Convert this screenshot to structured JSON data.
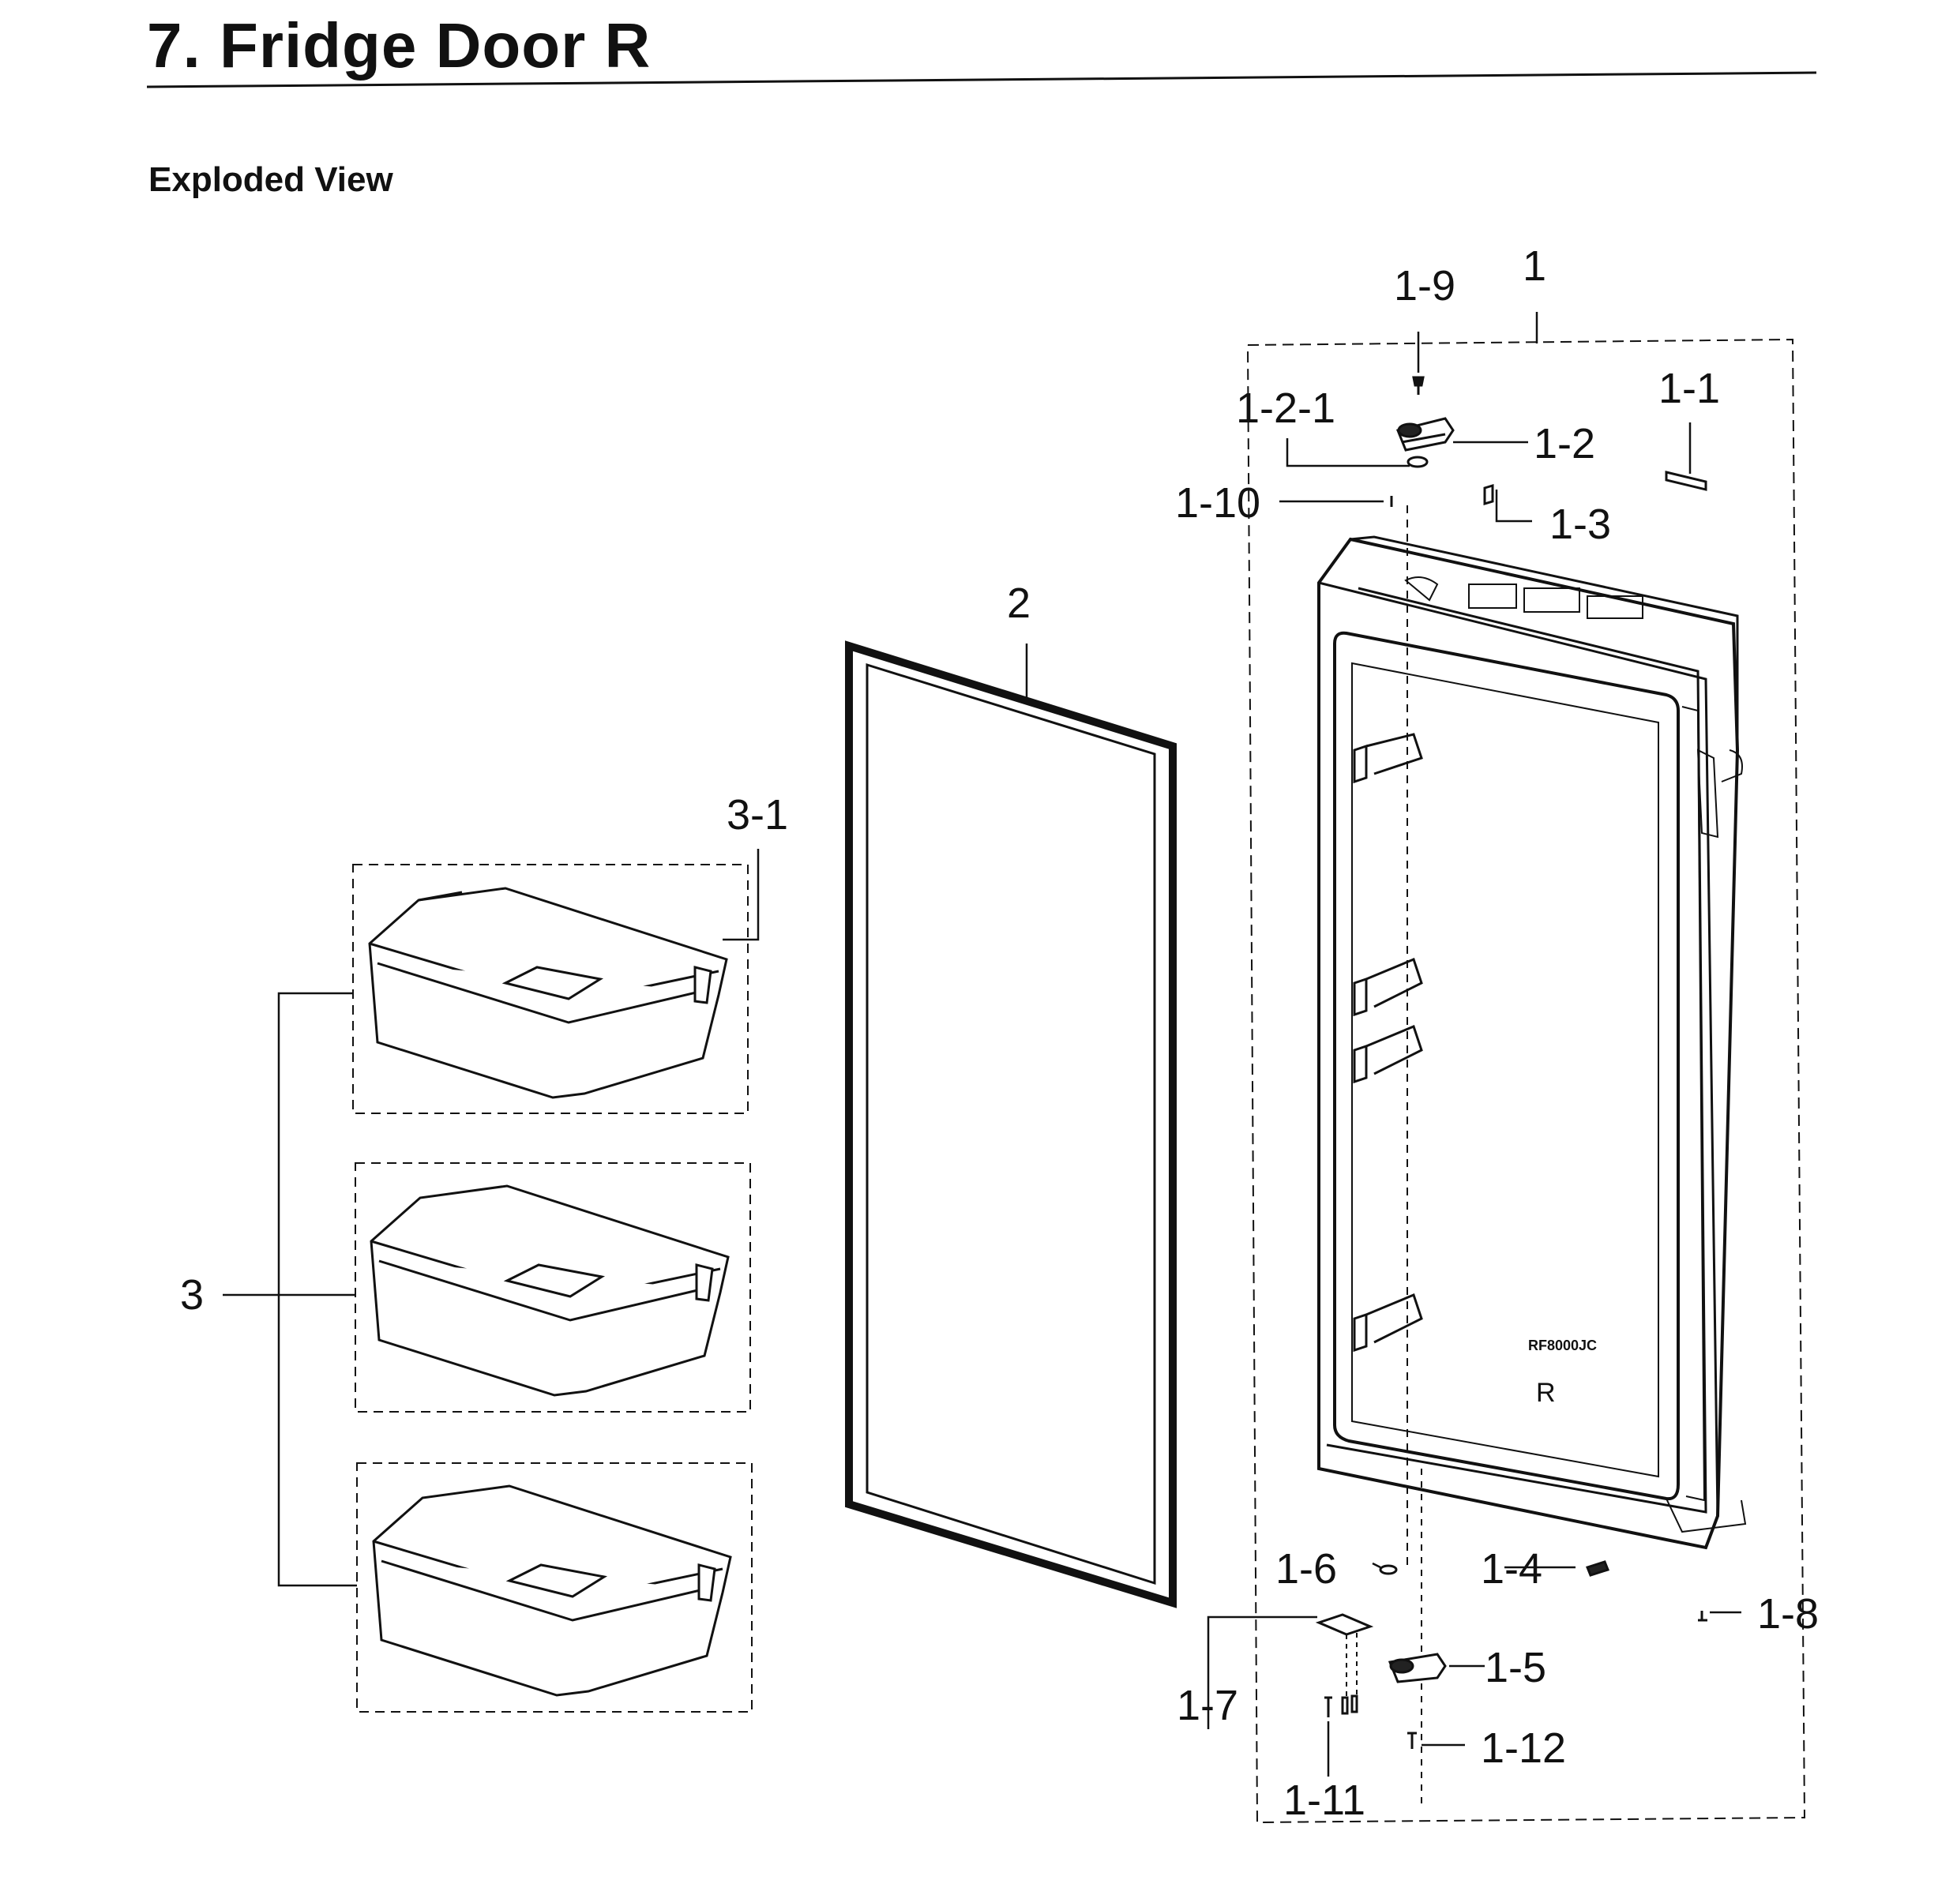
{
  "page": {
    "title": "7.  Fridge Door R",
    "subtitle": "Exploded View"
  },
  "callouts": {
    "c1": "1",
    "c1_1": "1-1",
    "c1_2": "1-2",
    "c1_2_1": "1-2-1",
    "c1_3": "1-3",
    "c1_4": "1-4",
    "c1_5": "1-5",
    "c1_6": "1-6",
    "c1_7": "1-7",
    "c1_8": "1-8",
    "c1_9": "1-9",
    "c1_10": "1-10",
    "c1_11": "1-11",
    "c1_12": "1-12",
    "c2": "2",
    "c3": "3",
    "c3_1": "3-1"
  },
  "part_markings": {
    "model_code": "RF8000JC",
    "side_letter": "R"
  }
}
